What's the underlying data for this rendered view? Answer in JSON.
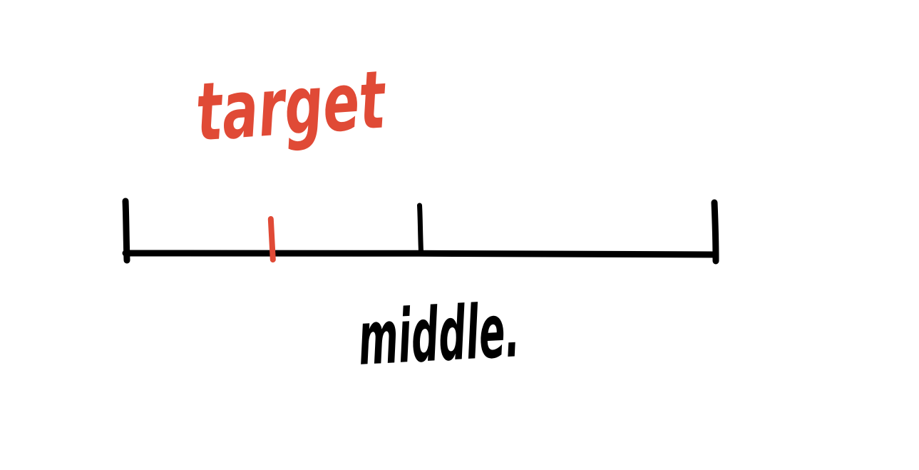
{
  "labels": {
    "target": "target",
    "middle": "middle."
  },
  "number_line": {
    "target_position": 0.25,
    "middle_position": 0.5
  },
  "colors": {
    "ink": "#000000",
    "accent": "#e04a36",
    "background": "#ffffff"
  }
}
